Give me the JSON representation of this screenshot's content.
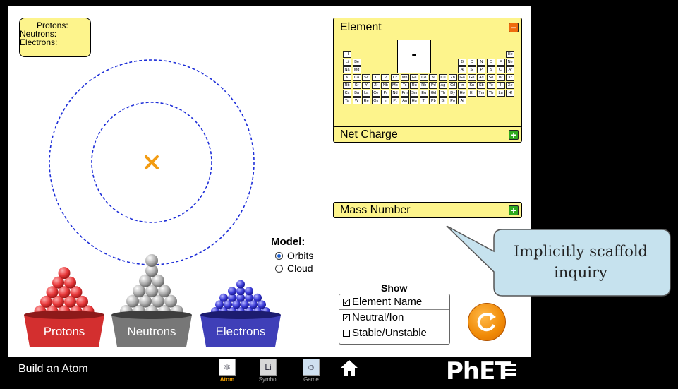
{
  "counts": {
    "protons_label": "Protons:",
    "neutrons_label": "Neutrons:",
    "electrons_label": "Electrons:"
  },
  "element_panel": {
    "title": "Element",
    "symbol": "-",
    "rows": [
      [
        "H",
        "",
        "",
        "",
        "",
        "",
        "",
        "",
        "",
        "",
        "",
        "",
        "",
        "",
        "",
        "",
        "",
        "He"
      ],
      [
        "Li",
        "Be",
        "",
        "",
        "",
        "",
        "",
        "",
        "",
        "",
        "",
        "",
        "B",
        "C",
        "N",
        "O",
        "F",
        "Ne"
      ],
      [
        "Na",
        "Mg",
        "",
        "",
        "",
        "",
        "",
        "",
        "",
        "",
        "",
        "",
        "Al",
        "Si",
        "P",
        "S",
        "Cl",
        "Ar"
      ],
      [
        "K",
        "Ca",
        "Sc",
        "Ti",
        "V",
        "Cr",
        "Mn",
        "Fe",
        "Co",
        "Ni",
        "Cu",
        "Zn",
        "Ga",
        "Ge",
        "As",
        "Se",
        "Br",
        "Kr"
      ],
      [
        "Rb",
        "Sr",
        "Y",
        "Zr",
        "Nb",
        "Mo",
        "Tc",
        "Ru",
        "Rh",
        "Pd",
        "Ag",
        "Cd",
        "In",
        "Sn",
        "Sb",
        "Te",
        "I",
        "Xe"
      ],
      [
        "Cs",
        "Ba",
        "La",
        "Ce",
        "Pr",
        "Nd",
        "Pm",
        "Sm",
        "Eu",
        "Gd",
        "Tb",
        "Dy",
        "Ho",
        "Er",
        "Tm",
        "Yb",
        "Lu",
        "Hf"
      ],
      [
        "Ta",
        "W",
        "Re",
        "Os",
        "Ir",
        "Pt",
        "Au",
        "Hg",
        "Tl",
        "Pb",
        "Bi",
        "Po",
        "At",
        "",
        "",
        "",
        "",
        ""
      ]
    ]
  },
  "net_charge_panel": {
    "title": "Net Charge"
  },
  "mass_number_panel": {
    "title": "Mass Number"
  },
  "model": {
    "label": "Model:",
    "options": [
      {
        "label": "Orbits",
        "selected": true
      },
      {
        "label": "Cloud",
        "selected": false
      }
    ]
  },
  "show": {
    "label": "Show",
    "options": [
      {
        "label": "Element Name",
        "checked": true
      },
      {
        "label": "Neutral/Ion",
        "checked": true
      },
      {
        "label": "Stable/Unstable",
        "checked": false
      }
    ]
  },
  "buckets": {
    "protons": "Protons",
    "neutrons": "Neutrons",
    "electrons": "Electrons"
  },
  "callout": {
    "text": "Implicitly scaffold inquiry"
  },
  "nav": {
    "app_title": "Build an Atom",
    "tabs": [
      {
        "label": "Atom",
        "active": true
      },
      {
        "label": "Symbol",
        "active": false
      },
      {
        "label": "Game",
        "active": false
      }
    ],
    "logo": "PhET",
    "home_icon": "home-icon",
    "menu_icon": "hamburger-menu-icon"
  },
  "colors": {
    "panel_bg": "#fdf48c",
    "proton": "#e8383a",
    "neutron": "#9a9a9a",
    "electron": "#3c3cd8",
    "orbit": "#1e2fd8",
    "nucleus_marker": "#f39c12",
    "active_tab": "#f5a300"
  }
}
